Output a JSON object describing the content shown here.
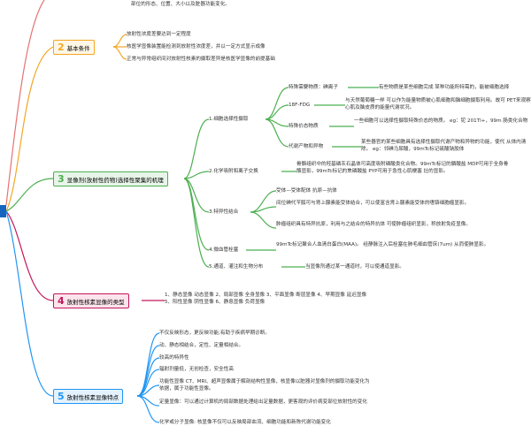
{
  "top_fragment": "部位的形态、位置、大小以及脏器功能变化。",
  "branches": [
    {
      "number": "2",
      "label": "基本条件",
      "color": "#f5a623",
      "items": [
        "放射性浓度差要达到一定程度",
        "核医学显像装置能检测到放射性浓度差，并以一定方式显示成像",
        "正常与异常组织间对放射性核素的摄取差异是核医学显像的前提基础"
      ]
    },
    {
      "number": "3",
      "label": "显像剂(放射性药物)选择性聚集的机理",
      "color": "#4caf50",
      "subs": [
        {
          "label": "1.细胞选择性摄取",
          "children": [
            {
              "label": "特殊需要物质：碘离子",
              "desc": "有些物质是某些细胞完成 某种功能所特需的，能被细胞选择"
            },
            {
              "label": "18F-FDG",
              "desc": "与天然葡萄糖一样 可以作为能量物质被心肌细胞和脑细胞摄取利用。故可 PET来观察心肌及脑皮质的能量代谢状况。"
            },
            {
              "label": "特殊价态物质",
              "desc": "一些细胞可以选择性摄取特殊价态的物质。 eg：铊 201Tl+，99m 肠类化合物"
            },
            {
              "label": "代谢产物和异物",
              "desc": "某些器官的某些细胞具有选择性摄取代谢产物和异物的功能，使代 从体内清除。 eg：邻碘马尿酸，99mTc标记硫酸钠胶体"
            }
          ]
        },
        {
          "label": "2.化学吸附和离子交换",
          "desc": "骨骼组织中的羟基磷灰石晶体可高度吸附磷酸类化合物。99mTc标记的膦酸盐 MDP可用于全身骨骼显影，99mTc标记的焦磷酸盐 PYP可用于急性心肌梗塞 灶的显影。"
        },
        {
          "label": "3.特异性结合",
          "notes": [
            "受体—受体配体 抗原—抗体",
            "间位碘代苄胍可与肾上腺素能受体结合，可以使富含肾上腺素能受体的嗜铬细胞瘤显影。",
            "肿瘤组织具有特异抗原，利用与之结合的特异抗体 可使肿瘤组织显影，称放射免疫显像。"
          ]
        },
        {
          "label": "4.微血管栓塞",
          "desc": "99mTc标记聚合人血清白蛋白(MAA)。 经静脉注入后栓塞在肺毛细血管床(7um) 从而使肺显影。"
        },
        {
          "label": "5.通道、灌注和生物分布",
          "desc": "当显像剂通过某一通道时，可以使通道显影。"
        }
      ]
    },
    {
      "number": "4",
      "label": "放射性核素显像的类型",
      "color": "#c2185b",
      "desc": "1、静态显像 动态显像 2、局部显像 全身显像 3、平面显像 断层显像 4、早期显像 延迟显像 5、阳性显像 阴性显像 6、静息显像 负荷显像"
    },
    {
      "number": "5",
      "label": "放射性核素显像特点",
      "color": "#2196f3",
      "items": [
        "不仅反映形态，更反映功能;有助于疾病早期诊断。",
        "动、静态相结合，定性、定量相结合。",
        "较高的特异性",
        "辐射剂量低，无创检查，安全性高",
        "功能性显像 CT、MRI、超声显像属于解剖结构性显像，核显像以脏器对显像剂的摄取功能变化为依据，属于功能性显像。",
        "定量显像：可以通过计算机的局部数据处理给出定量数据，更客观的评价病变部位放射性的变化",
        "化学或分子显像: 核显像不仅可以反映局部血流、细胞功能和新陈代谢功能变化"
      ]
    }
  ]
}
